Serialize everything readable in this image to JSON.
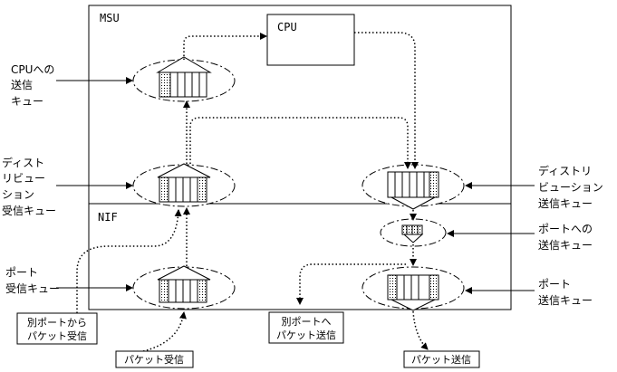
{
  "blocks": {
    "msu": "MSU",
    "nif": "NIF",
    "cpu": "CPU"
  },
  "left_labels": {
    "cpu_queue": [
      "CPUへの",
      "送信",
      "キュー"
    ],
    "dist_recv": [
      "ディスト",
      "リビュー",
      "ション",
      "受信キュー"
    ],
    "port_recv": [
      "ポート",
      "受信キュー"
    ]
  },
  "right_labels": {
    "dist_send": [
      "ディストリ",
      "ビューション",
      "送信キュー"
    ],
    "port_to": [
      "ポートへの",
      "送信キュー"
    ],
    "port_send": [
      "ポート",
      "送信キュー"
    ]
  },
  "captions": {
    "from_other": [
      "別ポートから",
      "パケット受信"
    ],
    "to_other": [
      "別ポートへ",
      "パケット送信"
    ],
    "recv": "パケット受信",
    "send": "パケット送信"
  }
}
